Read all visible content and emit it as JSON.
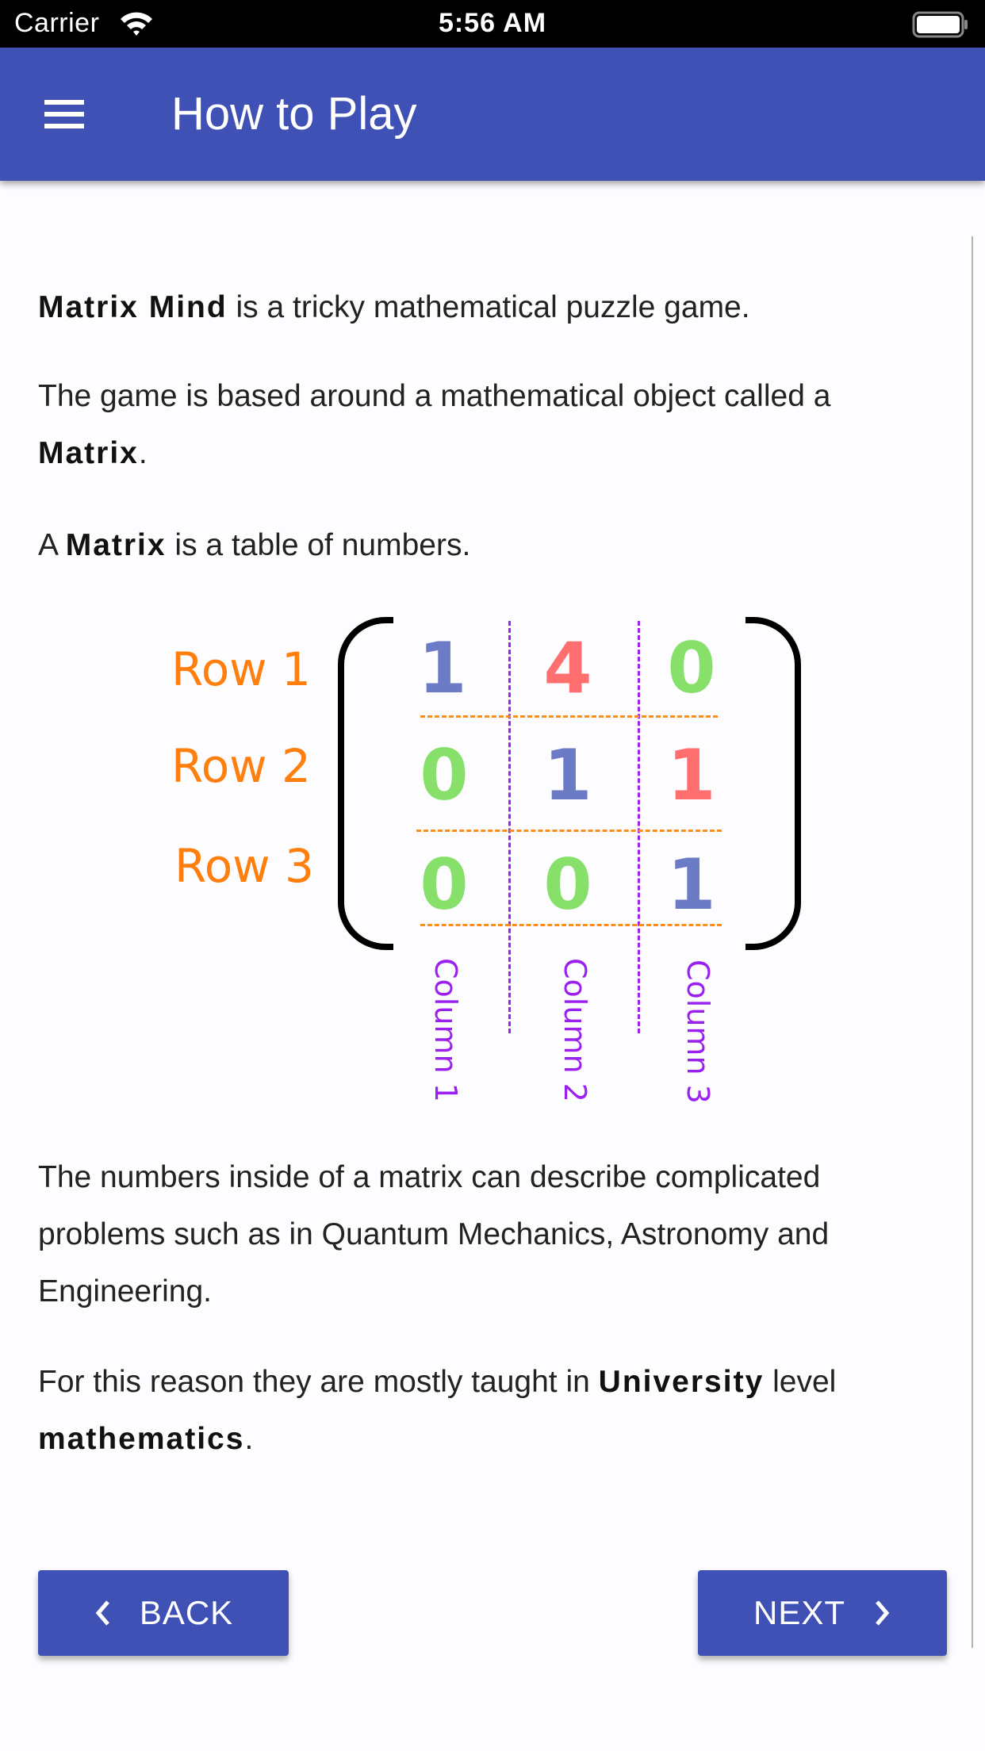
{
  "status_bar": {
    "carrier": "Carrier",
    "time": "5:56 AM",
    "wifi_icon": "wifi-icon",
    "battery_icon": "battery-full-icon"
  },
  "app_bar": {
    "menu_icon": "hamburger-menu-icon",
    "title": "How to Play",
    "color": "#3f51b5"
  },
  "content": {
    "paragraphs": [
      {
        "bold": "Matrix Mind",
        "text": " is a tricky mathematical puzzle game."
      },
      {
        "text_before": "The game is based around a mathematical object called a ",
        "bold": "Matrix",
        "text_after": "."
      },
      {
        "text_before": "A ",
        "bold": "Matrix",
        "text_after": " is a table of numbers."
      },
      {
        "text": "The numbers inside of a matrix can describe complicated problems such as in Quantum Mechanics, Astronomy and Engineering."
      },
      {
        "text_before": "For this reason they are mostly taught in ",
        "bold": "University",
        "text_mid": " level ",
        "bold2": "mathematics",
        "text_after": "."
      }
    ],
    "matrix_figure": {
      "row_labels": [
        "Row 1",
        "Row 2",
        "Row 3"
      ],
      "column_labels": [
        "Column 1",
        "Column 2",
        "Column 3"
      ],
      "cells": [
        [
          {
            "v": "1",
            "color": "#6c7bc6"
          },
          {
            "v": "4",
            "color": "#ff6f6f"
          },
          {
            "v": "0",
            "color": "#86e06a"
          }
        ],
        [
          {
            "v": "0",
            "color": "#86e06a"
          },
          {
            "v": "1",
            "color": "#6c7bc6"
          },
          {
            "v": "1",
            "color": "#ff6f6f"
          }
        ],
        [
          {
            "v": "0",
            "color": "#86e06a"
          },
          {
            "v": "0",
            "color": "#86e06a"
          },
          {
            "v": "1",
            "color": "#6c7bc6"
          }
        ]
      ],
      "row_label_color": "#ff7f0e",
      "column_label_color": "#9b1ff0"
    }
  },
  "buttons": {
    "back_label": "BACK",
    "back_icon": "chevron-left-icon",
    "next_label": "NEXT",
    "next_icon": "chevron-right-icon"
  }
}
